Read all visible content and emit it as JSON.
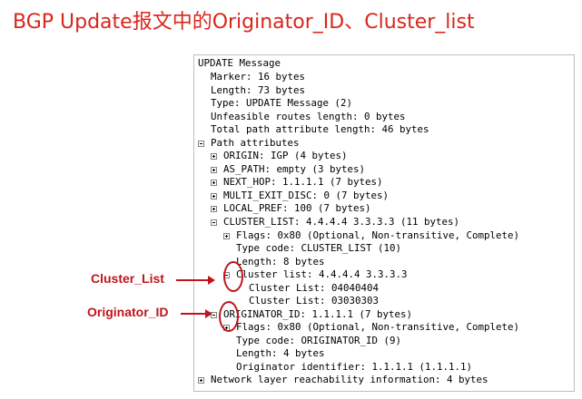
{
  "title": "BGP Update报文中的Originator_ID、Cluster_list",
  "tree": {
    "header": "UPDATE Message",
    "marker": "Marker: 16 bytes",
    "length": "Length: 73 bytes",
    "type": "Type: UPDATE Message (2)",
    "unfeasible": "Unfeasible routes length: 0 bytes",
    "total_path_attr": "Total path attribute length: 46 bytes",
    "path_attributes": "Path attributes",
    "origin": "ORIGIN: IGP (4 bytes)",
    "as_path": "AS_PATH: empty (3 bytes)",
    "next_hop": "NEXT_HOP: 1.1.1.1 (7 bytes)",
    "med": "MULTI_EXIT_DISC: 0 (7 bytes)",
    "local_pref": "LOCAL_PREF: 100 (7 bytes)",
    "cluster_list": "CLUSTER_LIST: 4.4.4.4 3.3.3.3 (11 bytes)",
    "cl_flags": "Flags: 0x80 (Optional, Non-transitive, Complete)",
    "cl_type": "Type code: CLUSTER_LIST (10)",
    "cl_length": "Length: 8 bytes",
    "cl_list": "Cluster list: 4.4.4.4 3.3.3.3",
    "cl_item1": "Cluster List: 04040404",
    "cl_item2": "Cluster List: 03030303",
    "originator": "ORIGINATOR_ID: 1.1.1.1 (7 bytes)",
    "or_flags": "Flags: 0x80 (Optional, Non-transitive, Complete)",
    "or_type": "Type code: ORIGINATOR_ID (9)",
    "or_length": "Length: 4 bytes",
    "or_ident": "Originator identifier: 1.1.1.1 (1.1.1.1)",
    "nlri": "Network layer reachability information: 4 bytes"
  },
  "callouts": {
    "cluster_list": "Cluster_List",
    "originator_id": "Originator_ID"
  },
  "colors": {
    "title": "#d9261c",
    "callout": "#c0141c"
  }
}
